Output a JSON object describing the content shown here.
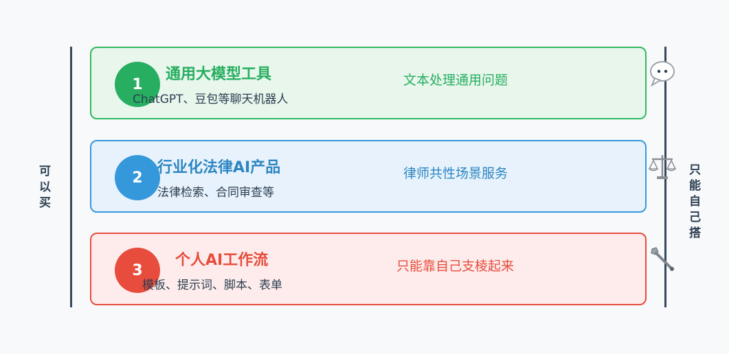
{
  "left_label": "可以买",
  "right_label": "只能自己搭",
  "tiers": [
    {
      "number": "1",
      "title": "通用大模型工具",
      "subtitle": "ChatGPT、豆包等聊天机器人",
      "description": "文本处理通用问题",
      "icon": "chat-bubble-icon",
      "color": "#27ae60"
    },
    {
      "number": "2",
      "title": "行业化法律AI产品",
      "subtitle": "法律检索、合同审查等",
      "description": "律师共性场景服务",
      "icon": "scales-icon",
      "color": "#3498db"
    },
    {
      "number": "3",
      "title": "个人AI工作流",
      "subtitle": "模板、提示词、脚本、表单",
      "description": "只能靠自己支棱起来",
      "icon": "wrench-icon",
      "color": "#e74c3c"
    }
  ]
}
